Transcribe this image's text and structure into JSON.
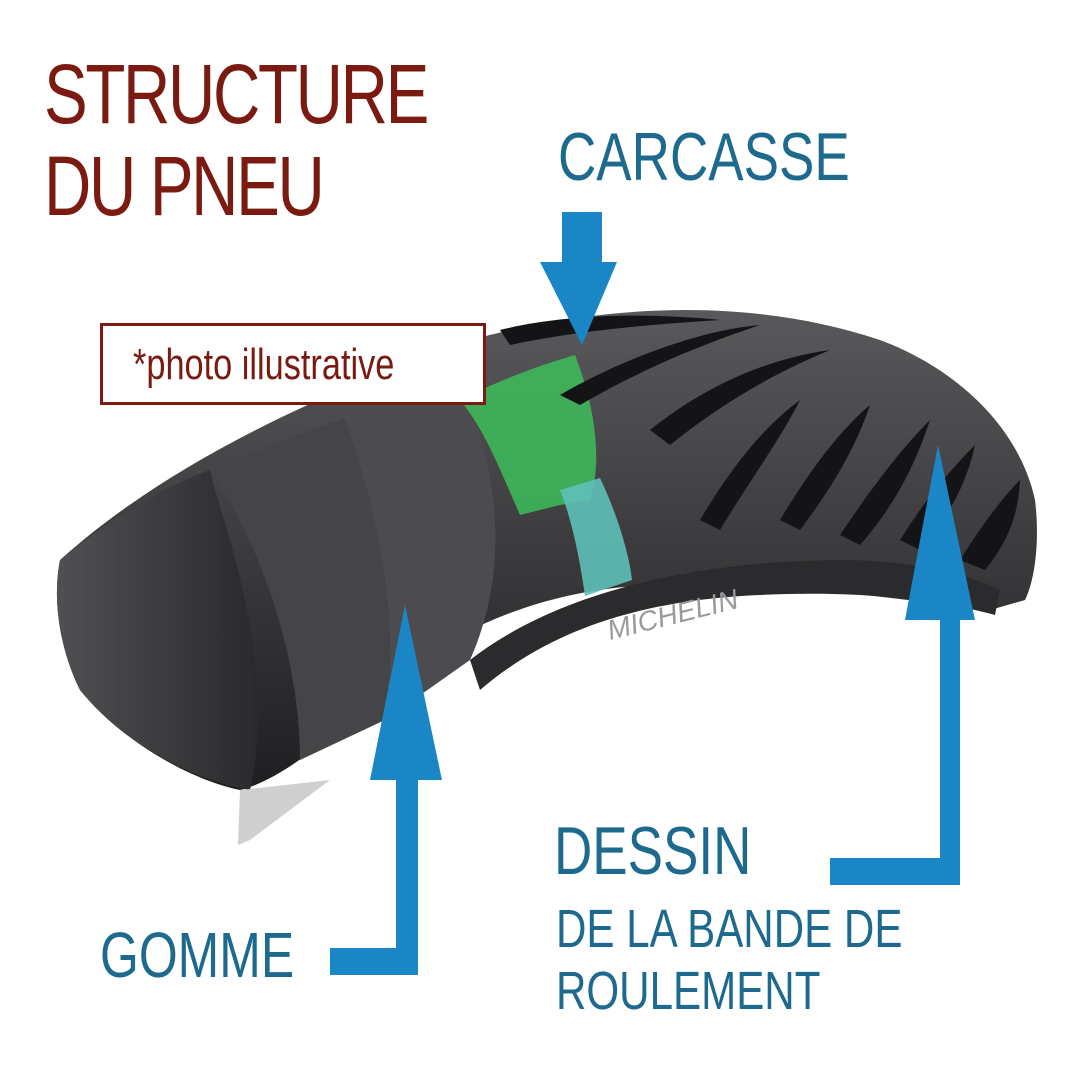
{
  "title": {
    "line1": "STRUCTURE",
    "line2": "DU PNEU"
  },
  "note": "*photo illustrative",
  "labels": {
    "carcasse": "CARCASSE",
    "gomme": "GOMME",
    "dessin_line1": "DESSIN",
    "dessin_line2": "DE LA BANDE DE",
    "dessin_line3": "ROULEMENT"
  },
  "tire_brand": "MICHELIN",
  "colors": {
    "title": "#7a1a10",
    "label": "#1d6a8e",
    "arrow": "#1b86c6",
    "carcass_highlight": "#3dbd5a",
    "tire": "#3a3a3c"
  }
}
